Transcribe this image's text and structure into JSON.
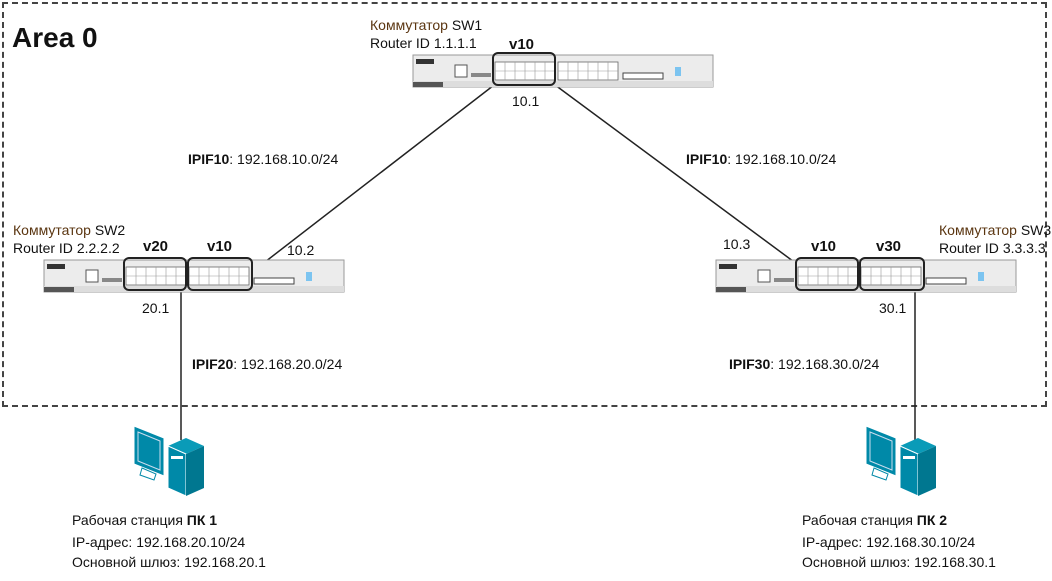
{
  "area": {
    "label": "Area 0"
  },
  "switches": [
    {
      "name_prefix": "Коммутатор",
      "name": "SW1",
      "router_id_label": "Router ID",
      "router_id": "1.1.1.1",
      "vlans": [
        "v10"
      ],
      "ips": [
        "10.1"
      ]
    },
    {
      "name_prefix": "Коммутатор",
      "name": "SW2",
      "router_id_label": "Router ID",
      "router_id": "2.2.2.2",
      "vlans": [
        "v20",
        "v10"
      ],
      "ips": [
        "10.2",
        "20.1"
      ]
    },
    {
      "name_prefix": "Коммутатор",
      "name": "SW3",
      "router_id_label": "Router ID",
      "router_id": "3.3.3.3",
      "vlans": [
        "v10",
        "v30"
      ],
      "ips": [
        "10.3",
        "30.1"
      ]
    }
  ],
  "links": [
    {
      "ipif": "IPIF10",
      "subnet": ": 192.168.10.0/24"
    },
    {
      "ipif": "IPIF10",
      "subnet": ": 192.168.10.0/24"
    },
    {
      "ipif": "IPIF20",
      "subnet": ": 192.168.20.0/24"
    },
    {
      "ipif": "IPIF30",
      "subnet": ": 192.168.30.0/24"
    }
  ],
  "pcs": [
    {
      "title": "Рабочая станция",
      "name": "ПК 1",
      "ip": "IP-адрес: 192.168.20.10/24",
      "gateway": "Основной шлюз: 192.168.20.1"
    },
    {
      "title": "Рабочая станция",
      "name": "ПК 2",
      "ip": "IP-адрес: 192.168.30.10/24",
      "gateway": "Основной шлюз: 192.168.30.1"
    }
  ],
  "colors": {
    "pc": "#0089a8",
    "switch_body": "#e8e8e8",
    "label_brown": "#5a3510"
  },
  "icons": {
    "switch": "dlink-switch-icon",
    "pc": "workstation-icon"
  }
}
